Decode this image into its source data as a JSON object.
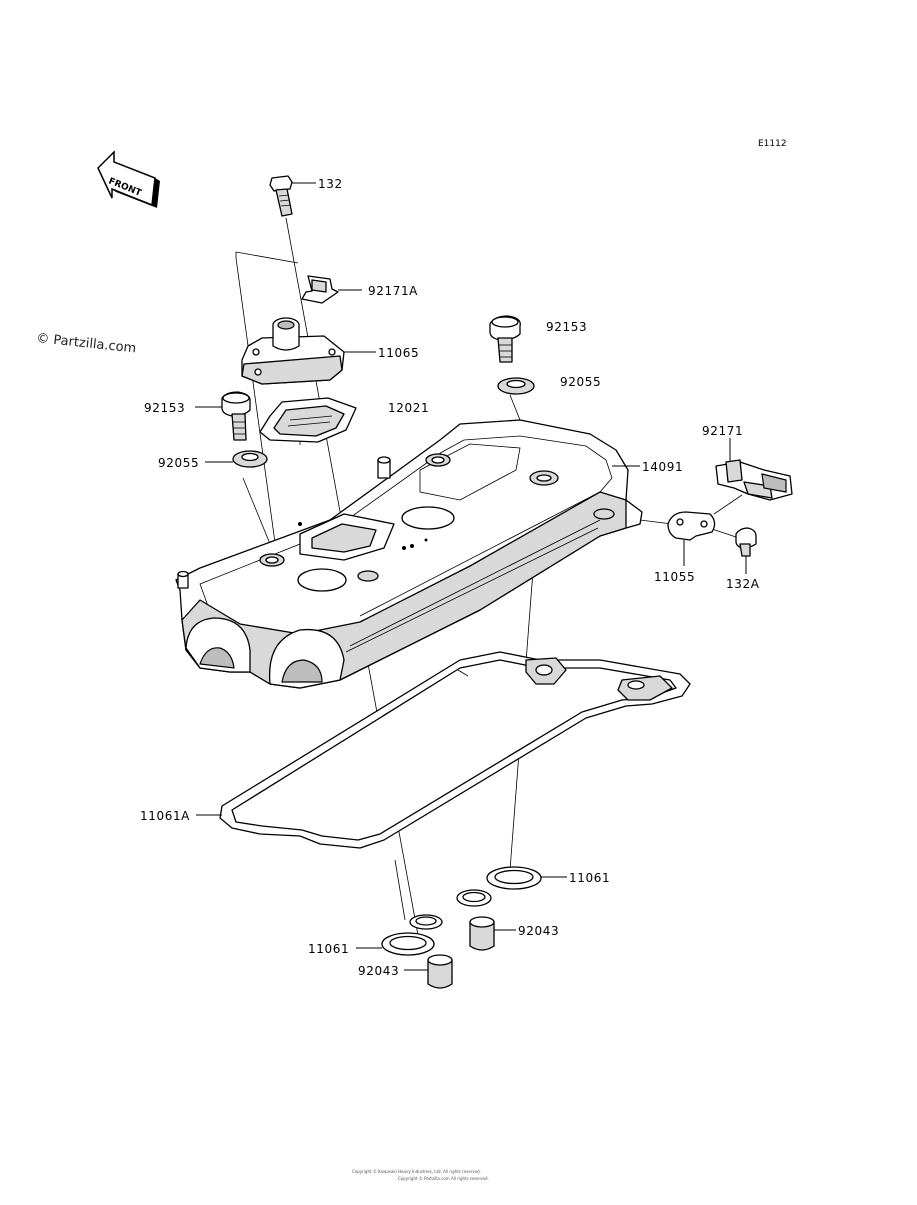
{
  "diagram": {
    "ref_code": "E1112",
    "watermark": "© Partzilla.com",
    "front_arrow_label": "FRONT",
    "footer_line1": "Copyright © Kawasaki Heavy Industries, Ltd. All rights reserved.",
    "footer_line2": "Copyright © Partzilla.com All rights reserved.",
    "callouts": [
      {
        "id": "c132",
        "label": "132"
      },
      {
        "id": "c92171A",
        "label": "92171A"
      },
      {
        "id": "c11065",
        "label": "11065"
      },
      {
        "id": "c92153a",
        "label": "92153"
      },
      {
        "id": "c92055a",
        "label": "92055"
      },
      {
        "id": "c92153b",
        "label": "92153"
      },
      {
        "id": "c12021",
        "label": "12021"
      },
      {
        "id": "c92055b",
        "label": "92055"
      },
      {
        "id": "c14091",
        "label": "14091"
      },
      {
        "id": "c92171",
        "label": "92171"
      },
      {
        "id": "c11055",
        "label": "11055"
      },
      {
        "id": "c132A",
        "label": "132A"
      },
      {
        "id": "c11061A",
        "label": "11061A"
      },
      {
        "id": "c11061a",
        "label": "11061"
      },
      {
        "id": "c92043a",
        "label": "92043"
      },
      {
        "id": "c11061b",
        "label": "11061"
      },
      {
        "id": "c92043b",
        "label": "92043"
      }
    ]
  }
}
